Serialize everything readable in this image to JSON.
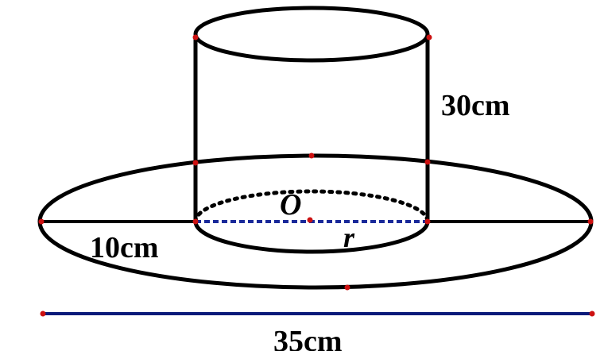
{
  "labels": {
    "height": "30cm",
    "brim_width": "10cm",
    "total_width": "35cm",
    "center": "O",
    "radius": "r"
  },
  "colors": {
    "stroke": "#000000",
    "point": "#cc1111",
    "measure_line": "#0a1a7a",
    "radius_dash": "#1a2a9a"
  }
}
